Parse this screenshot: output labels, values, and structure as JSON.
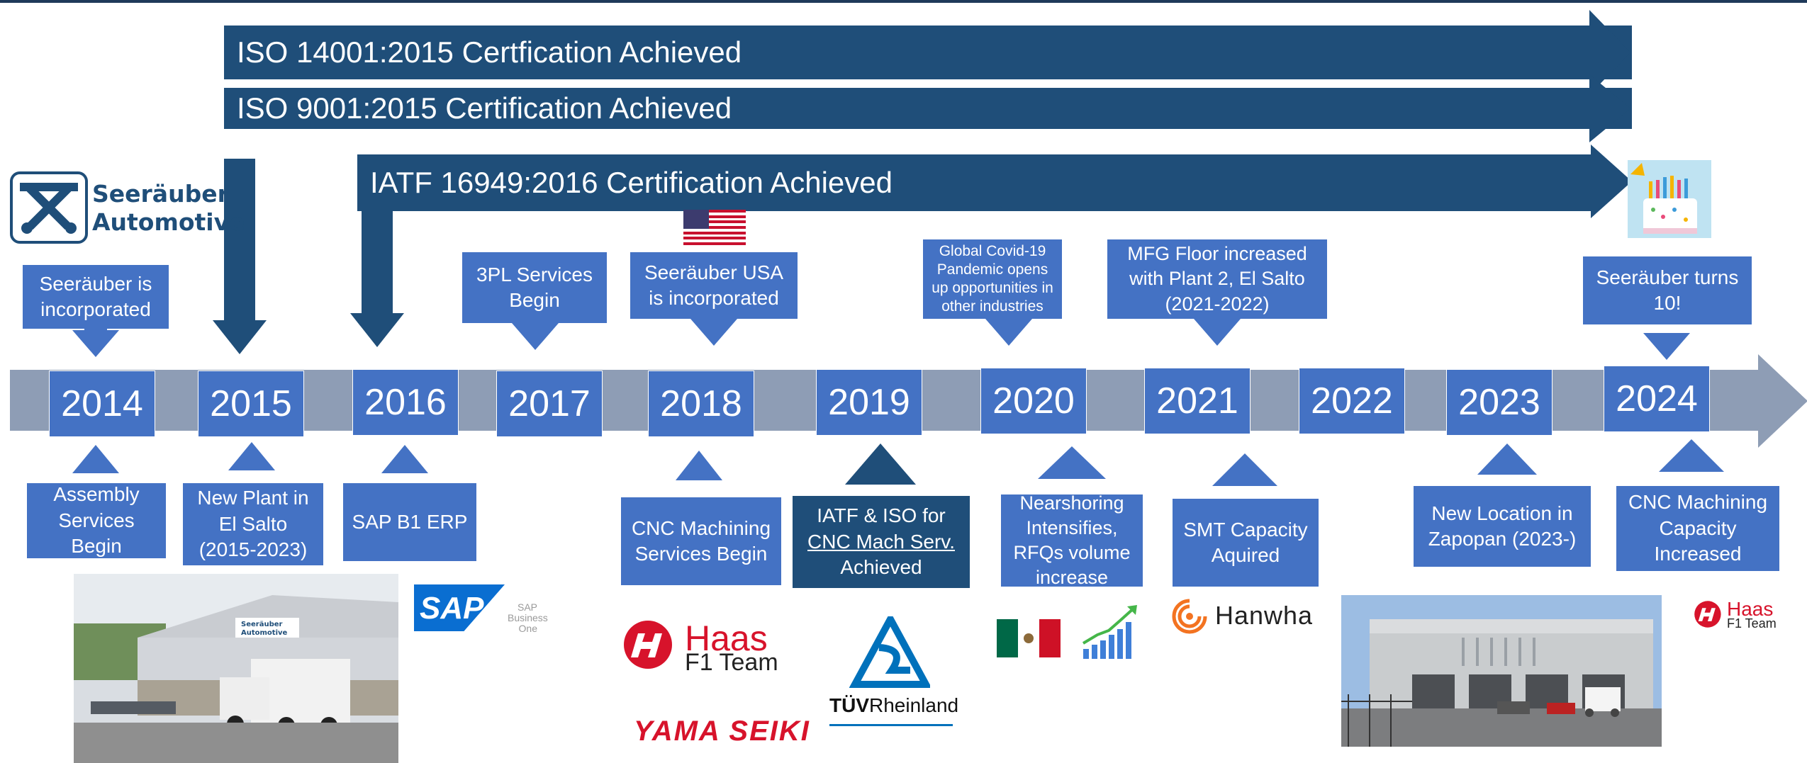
{
  "certifications": [
    {
      "label": "ISO 14001:2015 Certfication Achieved"
    },
    {
      "label": "ISO 9001:2015 Certification Achieved"
    },
    {
      "label": "IATF 16949:2016 Certification Achieved"
    }
  ],
  "logo": {
    "line1": "Seeräuber",
    "line2": "Automotive"
  },
  "years": [
    "2014",
    "2015",
    "2016",
    "2017",
    "2018",
    "2019",
    "2020",
    "2021",
    "2022",
    "2023",
    "2024"
  ],
  "above": {
    "y2014": "Seeräuber is incorporated",
    "y2017": "3PL Services Begin",
    "y2018": "Seeräuber USA is incorporated",
    "y2020": "Global Covid-19 Pandemic opens up opportunities in other industries",
    "y2021": "MFG Floor increased with Plant 2, El Salto (2021-2022)",
    "y2024": "Seeräuber turns 10!"
  },
  "below": {
    "y2014": "Assembly Services Begin",
    "y2015": "New Plant in El Salto (2015-2023)",
    "y2016": "SAP B1 ERP",
    "y2018": "CNC Machining Services Begin",
    "y2019_a": "IATF & ISO for",
    "y2019_b": "CNC Mach Serv.",
    "y2019_c": "Achieved",
    "y2020": "Nearshoring Intensifies, RFQs volume increase",
    "y2021": "SMT Capacity Aquired",
    "y2023": "New Location in Zapopan (2023-)",
    "y2024": "CNC Machining Capacity Increased"
  },
  "brands": {
    "sap": "SAP",
    "sap_sub1": "SAP",
    "sap_sub2": "Business",
    "sap_sub3": "One",
    "haas": "Haas",
    "haas_sub": "F1 Team",
    "yama": "YAMA SEIKI",
    "tuv1": "TÜV",
    "tuv2": "Rheinland",
    "hanwha": "Hanwha",
    "building_sign1": "Seeräuber",
    "building_sign2": "Automotive"
  },
  "colors": {
    "dark_blue": "#1f4e79",
    "medium_blue": "#4472c4",
    "timeline_gray": "#8e9db5",
    "haas_red": "#d7132b"
  }
}
